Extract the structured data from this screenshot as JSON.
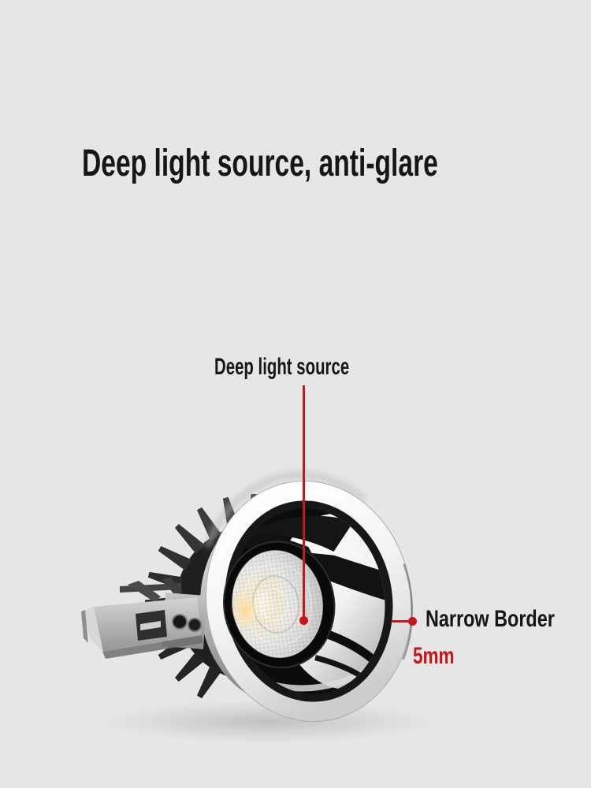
{
  "image": {
    "background_color": "#e6e6e7",
    "accent_color": "#c8151a",
    "text_color": "#161616",
    "subject": "recessed-led-downlight-photo"
  },
  "title": {
    "text": "Deep light source, anti-glare"
  },
  "callouts": {
    "deep_light_source": {
      "label": "Deep light source"
    },
    "narrow_border": {
      "label": "Narrow Border",
      "value": "5mm"
    }
  }
}
